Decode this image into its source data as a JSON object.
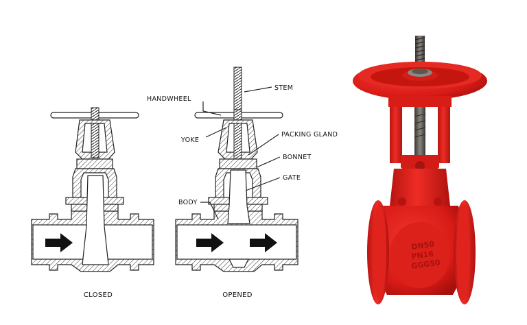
{
  "labels": {
    "handwheel": "HANDWHEEL",
    "stem": "STEM",
    "yoke": "YOKE",
    "packing_gland": "PACKING GLAND",
    "bonnet": "BONNET",
    "gate": "GATE",
    "body": "BODY"
  },
  "captions": {
    "closed": "CLOSED",
    "opened": "OPENED"
  },
  "casting_marks": [
    "DN50",
    "PN16",
    "GGG50"
  ],
  "colors": {
    "valve_red": "#e0201c",
    "line": "#222222",
    "background": "#ffffff"
  }
}
